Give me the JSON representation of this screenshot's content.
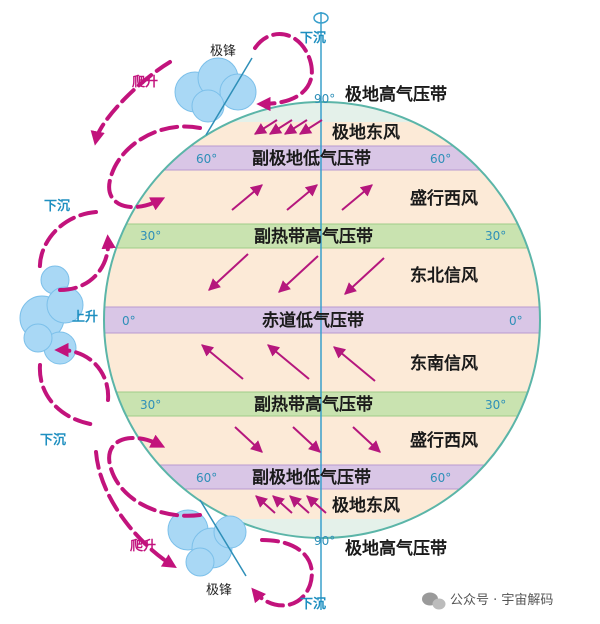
{
  "belts": {
    "polar_high_n": "极地高气压带",
    "polar_east_n": "极地东风",
    "subpolar_low_n": "副极地低气压带",
    "westerly_n": "盛行西风",
    "subtropical_high_n": "副热带高气压带",
    "ne_trade": "东北信风",
    "equatorial_low": "赤道低气压带",
    "se_trade": "东南信风",
    "subtropical_high_s": "副热带高气压带",
    "westerly_s": "盛行西风",
    "subpolar_low_s": "副极地低气压带",
    "polar_east_s": "极地东风",
    "polar_high_s": "极地高气压带"
  },
  "degrees": {
    "n90": "90°",
    "n60": "60°",
    "n30": "30°",
    "eq": "0°",
    "s30": "30°",
    "s60": "60°",
    "s90": "90°"
  },
  "vertical": {
    "sink_top": "下沉",
    "sink_n30": "下沉",
    "rise_eq": "上升",
    "sink_s30": "下沉",
    "sink_bottom": "下沉"
  },
  "fronts": {
    "climb_n": "爬升",
    "front_n": "极锋",
    "climb_s": "爬升",
    "front_s": "极锋"
  },
  "watermark": "公众号 · 宇宙解码",
  "colors": {
    "globe_outline": "#5bb5a8",
    "band_pressure": "#d9c6e6",
    "band_pressure_line": "#b99ad0",
    "band_subtropical": "#c9e3b0",
    "band_subtropical_line": "#9fcc88",
    "band_fill": "#fcead7",
    "wind_arrow": "#b5177d",
    "cell_arrow": "#c2137c",
    "cloud": "#a9d8f5",
    "cyan_text": "#1e8fc0"
  }
}
